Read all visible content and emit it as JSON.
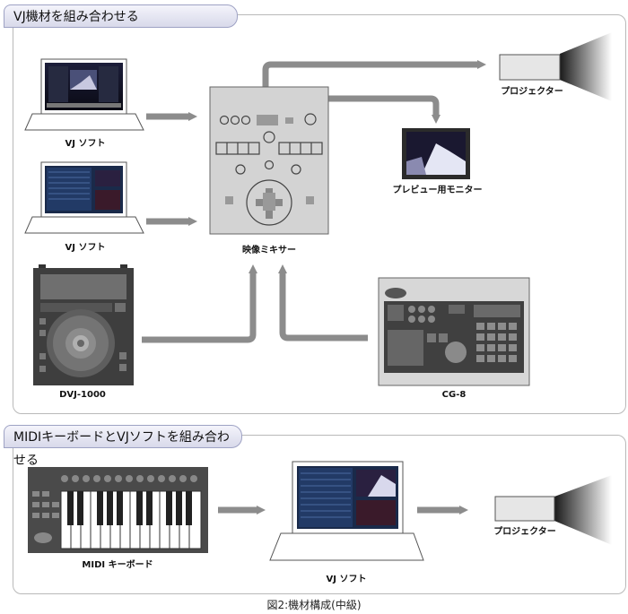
{
  "sections": {
    "top_title": "VJ機材を組み合わせる",
    "bottom_title": "MIDIキーボードとVJソフトを組み合わせる"
  },
  "labels": {
    "vj_soft_1": "VJ ソフト",
    "vj_soft_2": "VJ ソフト",
    "vj_soft_3": "VJ ソフト",
    "mixer": "映像ミキサー",
    "projector_1": "プロジェクター",
    "projector_2": "プロジェクター",
    "preview": "プレビュー用モニター",
    "dvj": "DVJ-1000",
    "cg8": "CG-8",
    "midi": "MIDI キーボード"
  },
  "caption": "図2:機材構成(中級)",
  "colors": {
    "arrow": "#8c8c8c",
    "device_dark": "#3e3e3e",
    "mixer_body": "#d3d3d3",
    "tab_fill": "#dcdcec"
  }
}
